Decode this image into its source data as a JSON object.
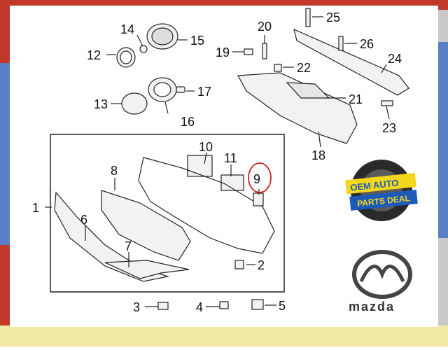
{
  "callouts": {
    "c1": "1",
    "c2": "2",
    "c3": "3",
    "c4": "4",
    "c5": "5",
    "c6": "6",
    "c7": "7",
    "c8": "8",
    "c9": "9",
    "c10": "10",
    "c11": "11",
    "c12": "12",
    "c13": "13",
    "c14": "14",
    "c15": "15",
    "c16": "16",
    "c17": "17",
    "c18": "18",
    "c19": "19",
    "c20": "20",
    "c21": "21",
    "c22": "22",
    "c23": "23",
    "c24": "24",
    "c25": "25",
    "c26": "26"
  },
  "badge": {
    "line1": "OEM AUTO",
    "line2": "PARTS DEAL"
  },
  "brand": {
    "wordmark": "mazda"
  },
  "colors": {
    "border_red": "#c0392b",
    "border_blue": "#5b7fc4",
    "border_yellow": "#f3e9a6",
    "highlight_circle": "#d0211c",
    "line": "#222222",
    "part_fill": "#f2f2f2",
    "badge_yellow": "#f4d71a",
    "badge_blue": "#1e5bb8"
  }
}
